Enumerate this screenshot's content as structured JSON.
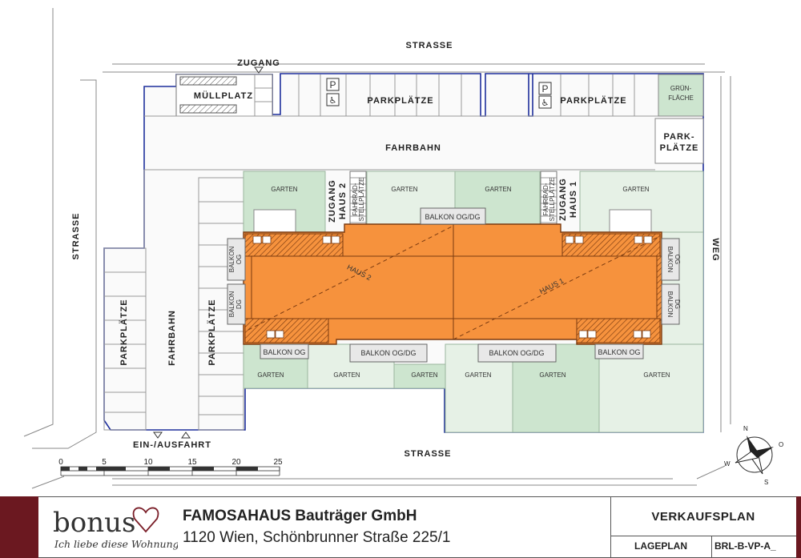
{
  "labels": {
    "street_top": "STRASSE",
    "street_bottom": "STRASSE",
    "street_left": "STRASSE",
    "path_right": "WEG",
    "access": "ZUGANG",
    "waste_area": "MÜLLPLATZ",
    "parking": "PARKPLÄTZE",
    "parking_split_1": "PARK-",
    "parking_split_2": "PLÄTZE",
    "green_1": "GRÜN-",
    "green_2": "FLÄCHE",
    "lane": "FAHRBAHN",
    "garden": "GARTEN",
    "access_house2_1": "ZUGANG",
    "access_house2_2": "HAUS 2",
    "access_house1_1": "ZUGANG",
    "access_house1_2": "HAUS 1",
    "bike_1": "FAHRRAD-",
    "bike_2": "STELLPLÄTZE",
    "balcony_og_dg": "BALKON OG/DG",
    "balcony_og": "BALKON OG",
    "balcony": "BALKON",
    "og": "OG",
    "dg": "DG",
    "house_1": "HAUS 1",
    "house_2": "HAUS 2",
    "entry_exit": "EIN-/AUSFAHRT",
    "parking_sign": "P",
    "compass_n": "N",
    "compass_s": "S",
    "compass_w": "W",
    "compass_o": "O"
  },
  "scale": {
    "ticks": [
      "0",
      "5",
      "10",
      "15",
      "20",
      "25"
    ]
  },
  "colors": {
    "building": "#f6923d",
    "garden_light": "#e6f1e6",
    "garden_dark": "#cde5cf",
    "property_line": "#1e2f9c",
    "brand": "#6b1820"
  },
  "footer": {
    "logo_text": "bonus",
    "logo_tagline": "Ich liebe diese Wohnung",
    "company": "FAMOSAHAUS Bauträger GmbH",
    "address": "1120 Wien, Schönbrunner Straße 225/1",
    "sheet_title": "VERKAUFSPLAN",
    "sheet_name": "LAGEPLAN",
    "sheet_code": "BRL-B-VP-A_"
  }
}
